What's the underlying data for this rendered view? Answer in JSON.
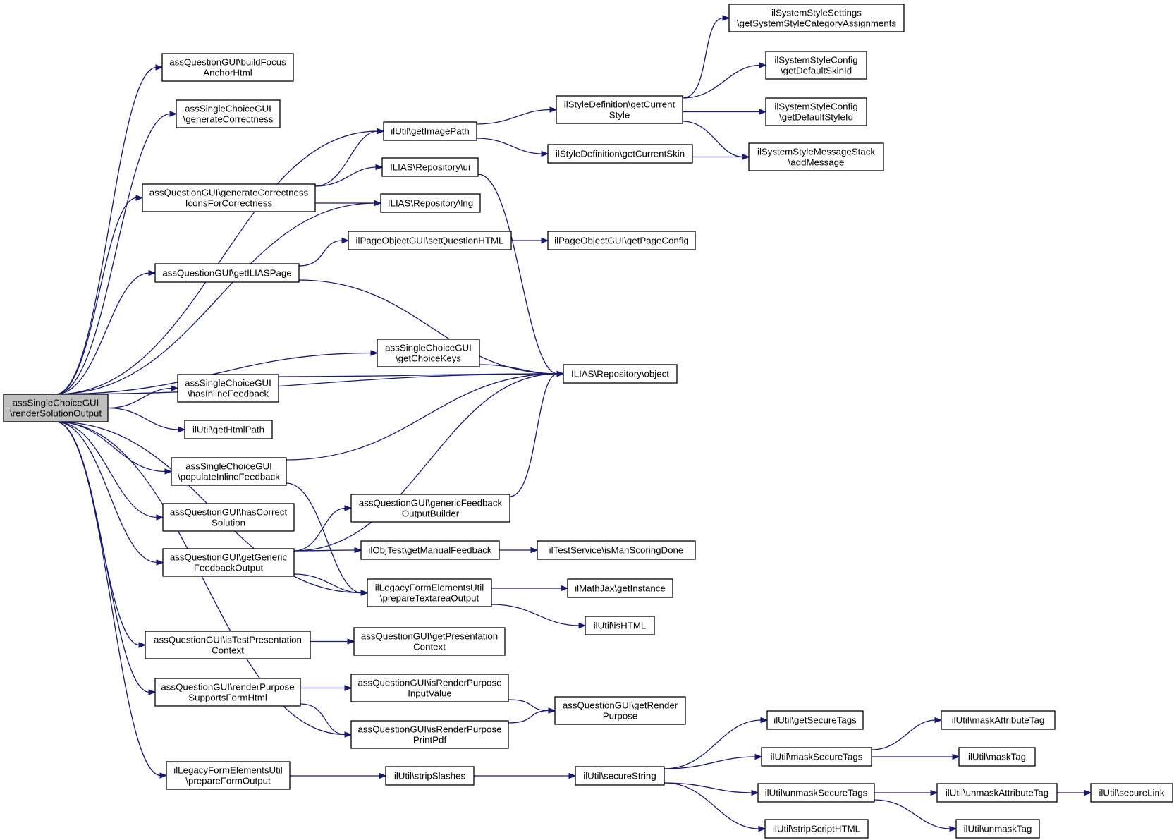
{
  "colors": {
    "edge": "#191970",
    "node_border": "#000000",
    "root_fill": "#bfbfbf",
    "node_fill": "#ffffff"
  },
  "nodes": [
    {
      "id": "root",
      "lines": [
        "assSingleChoiceGUI",
        "\\renderSolutionOutput"
      ],
      "root": true
    },
    {
      "id": "buildFocus",
      "lines": [
        "assQuestionGUI\\buildFocus",
        "AnchorHtml"
      ]
    },
    {
      "id": "genCorrectness",
      "lines": [
        "assSingleChoiceGUI",
        "\\generateCorrectness"
      ]
    },
    {
      "id": "genCorrIcons",
      "lines": [
        "assQuestionGUI\\generateCorrectness",
        "IconsForCorrectness"
      ]
    },
    {
      "id": "getILIASPage",
      "lines": [
        "assQuestionGUI\\getILIASPage"
      ]
    },
    {
      "id": "hasInline",
      "lines": [
        "assSingleChoiceGUI",
        "\\hasInlineFeedback"
      ]
    },
    {
      "id": "getHtmlPath",
      "lines": [
        "ilUtil\\getHtmlPath"
      ]
    },
    {
      "id": "populateInline",
      "lines": [
        "assSingleChoiceGUI",
        "\\populateInlineFeedback"
      ]
    },
    {
      "id": "hasCorrect",
      "lines": [
        "assQuestionGUI\\hasCorrect",
        "Solution"
      ]
    },
    {
      "id": "getGenericFb",
      "lines": [
        "assQuestionGUI\\getGeneric",
        "FeedbackOutput"
      ]
    },
    {
      "id": "isTestPres",
      "lines": [
        "assQuestionGUI\\isTestPresentation",
        "Context"
      ]
    },
    {
      "id": "renderPurposeSupports",
      "lines": [
        "assQuestionGUI\\renderPurpose",
        "SupportsFormHtml"
      ]
    },
    {
      "id": "prepareFormOutput",
      "lines": [
        "ilLegacyFormElementsUtil",
        "\\prepareFormOutput"
      ]
    },
    {
      "id": "getImagePath",
      "lines": [
        "ilUtil\\getImagePath"
      ]
    },
    {
      "id": "repoUi",
      "lines": [
        "ILIAS\\Repository\\ui"
      ]
    },
    {
      "id": "repoLng",
      "lines": [
        "ILIAS\\Repository\\lng"
      ]
    },
    {
      "id": "setQuestionHTML",
      "lines": [
        "ilPageObjectGUI\\setQuestionHTML"
      ]
    },
    {
      "id": "getChoiceKeys",
      "lines": [
        "assSingleChoiceGUI",
        "\\getChoiceKeys"
      ]
    },
    {
      "id": "genericFbBuilder",
      "lines": [
        "assQuestionGUI\\genericFeedback",
        "OutputBuilder"
      ]
    },
    {
      "id": "getManualFb",
      "lines": [
        "ilObjTest\\getManualFeedback"
      ]
    },
    {
      "id": "prepareTextarea",
      "lines": [
        "ilLegacyFormElementsUtil",
        "\\prepareTextareaOutput"
      ]
    },
    {
      "id": "getPresContext",
      "lines": [
        "assQuestionGUI\\getPresentation",
        "Context"
      ]
    },
    {
      "id": "isRenderInput",
      "lines": [
        "assQuestionGUI\\isRenderPurpose",
        "InputValue"
      ]
    },
    {
      "id": "isRenderPdf",
      "lines": [
        "assQuestionGUI\\isRenderPurpose",
        "PrintPdf"
      ]
    },
    {
      "id": "stripSlashes",
      "lines": [
        "ilUtil\\stripSlashes"
      ]
    },
    {
      "id": "getCurrentStyle",
      "lines": [
        "ilStyleDefinition\\getCurrent",
        "Style"
      ]
    },
    {
      "id": "getCurrentSkin",
      "lines": [
        "ilStyleDefinition\\getCurrentSkin"
      ]
    },
    {
      "id": "getPageConfig",
      "lines": [
        "ilPageObjectGUI\\getPageConfig"
      ]
    },
    {
      "id": "repoObject",
      "lines": [
        "ILIAS\\Repository\\object"
      ]
    },
    {
      "id": "isManScoring",
      "lines": [
        "ilTestService\\isManScoringDone"
      ]
    },
    {
      "id": "mathJax",
      "lines": [
        "ilMathJax\\getInstance"
      ]
    },
    {
      "id": "isHTML",
      "lines": [
        "ilUtil\\isHTML"
      ]
    },
    {
      "id": "getRenderPurpose",
      "lines": [
        "assQuestionGUI\\getRender",
        "Purpose"
      ]
    },
    {
      "id": "secureString",
      "lines": [
        "ilUtil\\secureString"
      ]
    },
    {
      "id": "sysStyleSettings",
      "lines": [
        "ilSystemStyleSettings",
        "\\getSystemStyleCategoryAssignments"
      ]
    },
    {
      "id": "defaultSkin",
      "lines": [
        "ilSystemStyleConfig",
        "\\getDefaultSkinId"
      ]
    },
    {
      "id": "defaultStyle",
      "lines": [
        "ilSystemStyleConfig",
        "\\getDefaultStyleId"
      ]
    },
    {
      "id": "addMessage",
      "lines": [
        "ilSystemStyleMessageStack",
        "\\addMessage"
      ]
    },
    {
      "id": "getSecureTags",
      "lines": [
        "ilUtil\\getSecureTags"
      ]
    },
    {
      "id": "maskSecureTags",
      "lines": [
        "ilUtil\\maskSecureTags"
      ]
    },
    {
      "id": "unmaskSecureTags",
      "lines": [
        "ilUtil\\unmaskSecureTags"
      ]
    },
    {
      "id": "stripScriptHTML",
      "lines": [
        "ilUtil\\stripScriptHTML"
      ]
    },
    {
      "id": "maskAttributeTag",
      "lines": [
        "ilUtil\\maskAttributeTag"
      ]
    },
    {
      "id": "maskTag",
      "lines": [
        "ilUtil\\maskTag"
      ]
    },
    {
      "id": "unmaskAttributeTag",
      "lines": [
        "ilUtil\\unmaskAttributeTag"
      ]
    },
    {
      "id": "unmaskTag",
      "lines": [
        "ilUtil\\unmaskTag"
      ]
    },
    {
      "id": "secureLink",
      "lines": [
        "ilUtil\\secureLink"
      ]
    }
  ],
  "edges": [
    [
      "root",
      "buildFocus"
    ],
    [
      "root",
      "genCorrectness"
    ],
    [
      "root",
      "genCorrIcons"
    ],
    [
      "root",
      "getILIASPage"
    ],
    [
      "root",
      "hasInline"
    ],
    [
      "root",
      "getHtmlPath"
    ],
    [
      "root",
      "populateInline"
    ],
    [
      "root",
      "hasCorrect"
    ],
    [
      "root",
      "getGenericFb"
    ],
    [
      "root",
      "isTestPres"
    ],
    [
      "root",
      "renderPurposeSupports"
    ],
    [
      "root",
      "prepareFormOutput"
    ],
    [
      "root",
      "getImagePath"
    ],
    [
      "root",
      "repoLng"
    ],
    [
      "root",
      "repoObject"
    ],
    [
      "root",
      "getChoiceKeys"
    ],
    [
      "root",
      "prepareTextarea"
    ],
    [
      "root",
      "isRenderPdf"
    ],
    [
      "genCorrIcons",
      "getImagePath"
    ],
    [
      "genCorrIcons",
      "repoUi"
    ],
    [
      "genCorrIcons",
      "repoLng"
    ],
    [
      "getILIASPage",
      "setQuestionHTML"
    ],
    [
      "getILIASPage",
      "repoObject"
    ],
    [
      "hasInline",
      "repoObject"
    ],
    [
      "populateInline",
      "repoObject"
    ],
    [
      "populateInline",
      "prepareTextarea"
    ],
    [
      "getGenericFb",
      "genericFbBuilder"
    ],
    [
      "getGenericFb",
      "getManualFb"
    ],
    [
      "getGenericFb",
      "prepareTextarea"
    ],
    [
      "getGenericFb",
      "repoObject"
    ],
    [
      "isTestPres",
      "getPresContext"
    ],
    [
      "renderPurposeSupports",
      "isRenderInput"
    ],
    [
      "renderPurposeSupports",
      "isRenderPdf"
    ],
    [
      "prepareFormOutput",
      "stripSlashes"
    ],
    [
      "getImagePath",
      "getCurrentStyle"
    ],
    [
      "getImagePath",
      "getCurrentSkin"
    ],
    [
      "repoUi",
      "repoObject"
    ],
    [
      "setQuestionHTML",
      "getPageConfig"
    ],
    [
      "getChoiceKeys",
      "repoObject"
    ],
    [
      "genericFbBuilder",
      "repoObject"
    ],
    [
      "getManualFb",
      "isManScoring"
    ],
    [
      "prepareTextarea",
      "mathJax"
    ],
    [
      "prepareTextarea",
      "isHTML"
    ],
    [
      "isRenderInput",
      "getRenderPurpose"
    ],
    [
      "isRenderPdf",
      "getRenderPurpose"
    ],
    [
      "stripSlashes",
      "secureString"
    ],
    [
      "getCurrentStyle",
      "sysStyleSettings"
    ],
    [
      "getCurrentStyle",
      "defaultSkin"
    ],
    [
      "getCurrentStyle",
      "defaultStyle"
    ],
    [
      "getCurrentStyle",
      "addMessage"
    ],
    [
      "getCurrentSkin",
      "addMessage"
    ],
    [
      "secureString",
      "getSecureTags"
    ],
    [
      "secureString",
      "maskSecureTags"
    ],
    [
      "secureString",
      "unmaskSecureTags"
    ],
    [
      "secureString",
      "stripScriptHTML"
    ],
    [
      "maskSecureTags",
      "maskAttributeTag"
    ],
    [
      "maskSecureTags",
      "maskTag"
    ],
    [
      "unmaskSecureTags",
      "unmaskAttributeTag"
    ],
    [
      "unmaskSecureTags",
      "unmaskTag"
    ],
    [
      "unmaskAttributeTag",
      "secureLink"
    ]
  ]
}
